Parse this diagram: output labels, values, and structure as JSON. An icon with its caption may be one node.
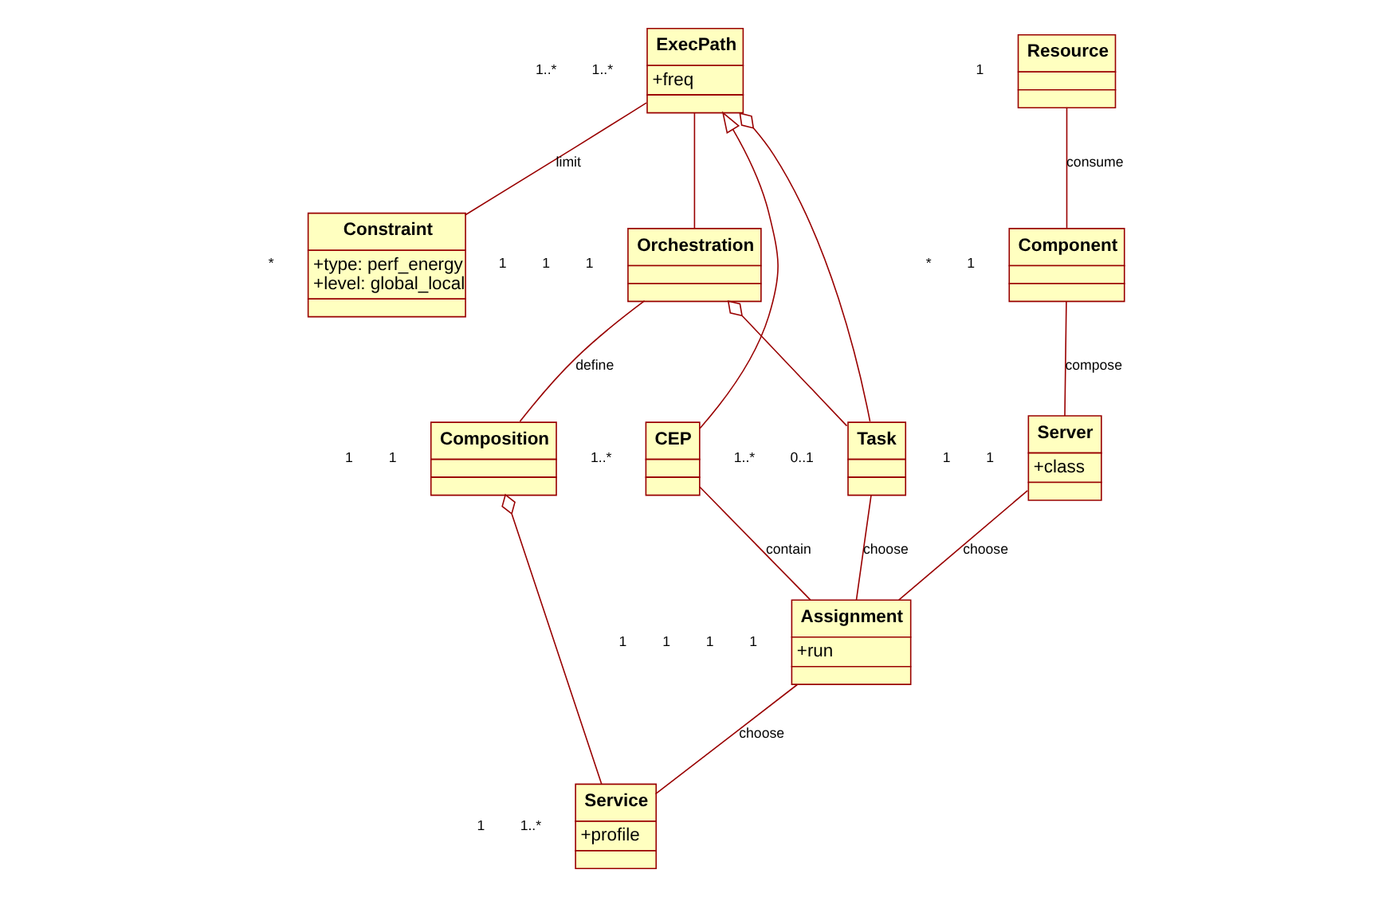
{
  "diagram": {
    "nodes": [
      {
        "text": [
          "Constraint",
          "+type: perf_energy",
          "+level: global_local"
        ]
      },
      {
        "text": [
          "Resource"
        ]
      },
      {
        "text": [
          "ExecPath",
          "+freq"
        ]
      },
      {
        "text": [
          "Orchestration"
        ]
      },
      {
        "text": [
          "CEP"
        ]
      },
      {
        "text": [
          "Task"
        ]
      },
      {
        "text": [
          "Composition"
        ]
      },
      {
        "text": [
          "Component"
        ]
      },
      {
        "text": [
          "Server",
          "+class"
        ]
      },
      {
        "text": [
          "Assignment",
          "+run"
        ]
      },
      {
        "text": [
          "Service",
          "+profile"
        ]
      }
    ],
    "edges": [
      {
        "from": 2,
        "to": 0,
        "arrow": "none",
        "label": "limit"
      },
      {
        "from": 2,
        "to": 3,
        "arrow": "none"
      },
      {
        "from": 3,
        "to": 6,
        "arrow": "none",
        "label": "define"
      },
      {
        "from": 1,
        "to": 7,
        "arrow": "none",
        "label": "consume"
      },
      {
        "from": 4,
        "to": 2,
        "arrow": "to"
      },
      {
        "from": 2,
        "to": 5,
        "arrow": "other"
      },
      {
        "from": 3,
        "to": 5,
        "arrow": "other"
      },
      {
        "from": 7,
        "to": 8,
        "arrow": "none",
        "label": "compose"
      },
      {
        "from": 4,
        "to": 9,
        "arrow": "none",
        "label": "contain"
      },
      {
        "from": 5,
        "to": 9,
        "arrow": "none",
        "label": "choose"
      },
      {
        "from": 6,
        "to": 10,
        "arrow": "other"
      },
      {
        "from": 8,
        "to": 9,
        "arrow": "none",
        "label": "choose"
      },
      {
        "from": 9,
        "to": 10,
        "arrow": "none",
        "label": "choose"
      }
    ],
    "labels": [
      "*",
      "1..*",
      "1..*",
      "1",
      "1",
      "1",
      "1",
      "1",
      "1",
      "0..1",
      "*",
      "1..*",
      "1..*",
      "1",
      "1",
      "1",
      "1",
      "1..*",
      "1",
      "1",
      "1",
      "1"
    ]
  }
}
